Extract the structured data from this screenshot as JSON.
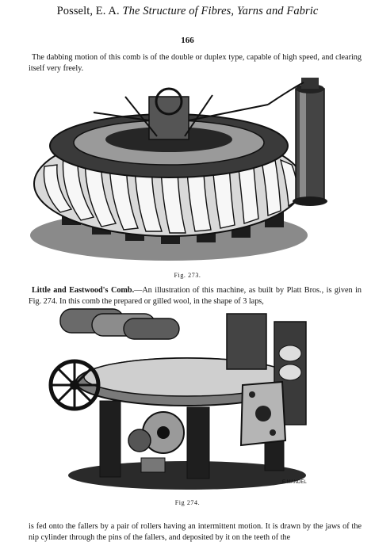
{
  "header": {
    "author": "Posselt, E. A.",
    "title": "The Structure of Fibres, Yarns and Fabric"
  },
  "page_number": "166",
  "paragraphs": {
    "p1": "The dabbing motion of this comb is of the double or duplex type, capable of high speed, and clearing itself very freely.",
    "p2_lead": "Little and Eastwood's Comb.",
    "p2_body": "—An illustration of this machine, as built by Platt Bros., is given in Fig. 274.   In this comb the prepared or gilled wool, in the shape of 3 laps,",
    "p3": "is fed onto the fallers by a pair of rollers having an intermittent motion.   It is drawn by the jaws of the nip cylinder through the pins of the fallers, and deposited by it on the teeth of the"
  },
  "figures": {
    "fig1_caption": "Fig. 273.",
    "fig2_caption": "Fig 274.",
    "engraver_signature": "E.MANDEL"
  },
  "colors": {
    "ink": "#111111",
    "paper": "#ffffff"
  }
}
